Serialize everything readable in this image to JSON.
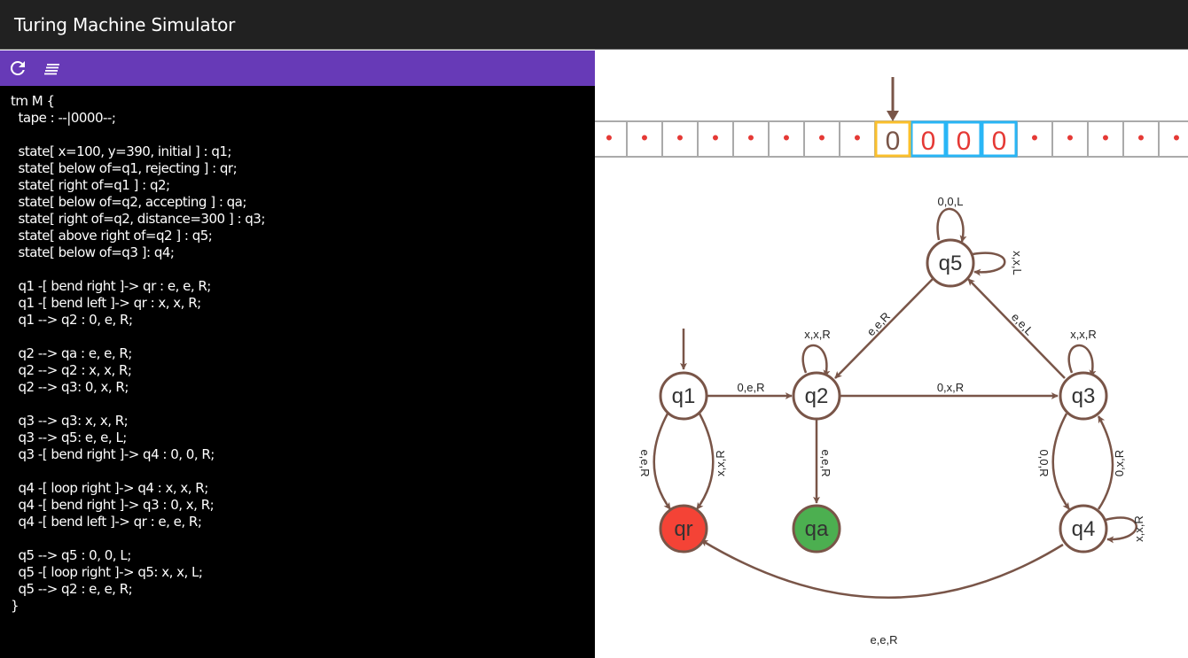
{
  "app": {
    "title": "Turing Machine Simulator"
  },
  "toolbar": {
    "buttons": [
      {
        "icon": "refresh-icon"
      },
      {
        "icon": "format-align-icon"
      }
    ]
  },
  "editor": {
    "lines": [
      "tm M {",
      "  tape : --|0000--;",
      "",
      "  state[ x=100, y=390, initial ] : q1;",
      "  state[ below of=q1, rejecting ] : qr;",
      "  state[ right of=q1 ] : q2;",
      "  state[ below of=q2, accepting ] : qa;",
      "  state[ right of=q2, distance=300 ] : q3;",
      "  state[ above right of=q2 ] : q5;",
      "  state[ below of=q3 ]: q4;",
      "",
      "  q1 -[ bend right ]-> qr : e, e, R;",
      "  q1 -[ bend left ]-> qr : x, x, R;",
      "  q1 --> q2 : 0, e, R;",
      "",
      "  q2 --> qa : e, e, R;",
      "  q2 --> q2 : x, x, R;",
      "  q2 --> q3: 0, x, R;",
      "",
      "  q3 --> q3: x, x, R;",
      "  q3 --> q5: e, e, L;",
      "  q3 -[ bend right ]-> q4 : 0, 0, R;",
      "",
      "  q4 -[ loop right ]-> q4 : x, x, R;",
      "  q4 -[ bend right ]-> q3 : 0, x, R;",
      "  q4 -[ bend left ]-> qr : e, e, R;",
      "",
      "  q5 --> q5 : 0, 0, L;",
      "  q5 -[ loop right ]-> q5: x, x, L;",
      "  q5 --> q2 : e, e, R;",
      "}"
    ]
  },
  "tape": {
    "cells": [
      "•",
      "•",
      "•",
      "•",
      "•",
      "•",
      "•",
      "•",
      "0",
      "0",
      "0",
      "0",
      "•",
      "•",
      "•",
      "•",
      "•"
    ],
    "head_index": 8,
    "colors": {
      "blank": "#e53935",
      "symbol": "#e53935",
      "head_symbol": "#795548",
      "head_border": "#fbc02d",
      "input_border": "#29b6f6",
      "cell_border": "#aaaaaa"
    }
  },
  "diagram": {
    "colors": {
      "edge": "#795548",
      "rejecting": "#f44336",
      "accepting": "#4caf50"
    },
    "states": {
      "q1": "q1",
      "q2": "q2",
      "q3": "q3",
      "q4": "q4",
      "q5": "q5",
      "qr": "qr",
      "qa": "qa"
    },
    "edges": {
      "q1_q2": "0,e,R",
      "q1_qr_e": "e,e,R",
      "q1_qr_x": "x,x,R",
      "q2_loop": "x,x,R",
      "q2_qa": "e,e,R",
      "q2_q3": "0,x,R",
      "q3_loop": "x,x,R",
      "q3_q5": "e,e,L",
      "q3_q4": "0,0,R",
      "q4_q3": "0,x,R",
      "q4_loop": "x,x,R",
      "q4_qr": "e,e,R",
      "q5_loop_0": "0,0,L",
      "q5_loop_x": "x,x,L",
      "q5_q2": "e,e,R"
    }
  }
}
